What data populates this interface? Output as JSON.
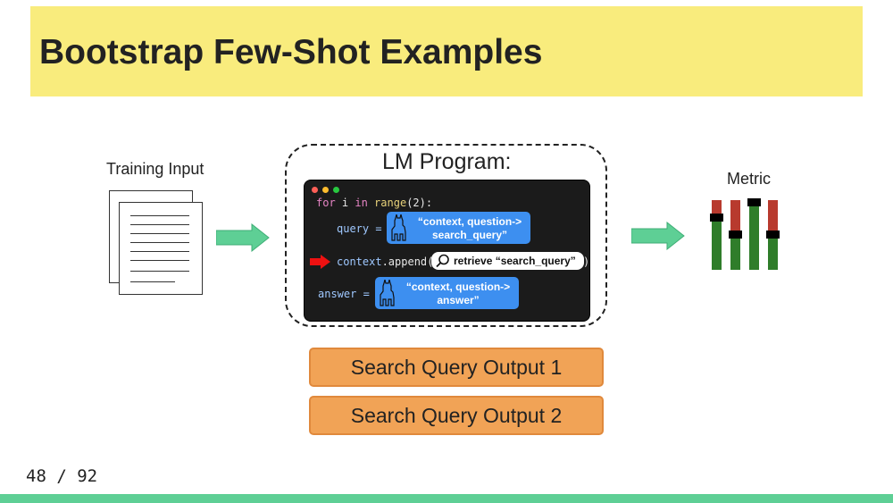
{
  "title": "Bootstrap Few-Shot Examples",
  "training_input_label": "Training Input",
  "program": {
    "title": "LM Program:",
    "code": {
      "line1_kw1": "for",
      "line1_var": " i ",
      "line1_kw2": "in",
      "line1_fn": " range",
      "line1_rest": "(2):",
      "line2": "query =",
      "line2_pill_a": "“context, question->",
      "line2_pill_b": "search_query”",
      "line3_prefix": "context",
      "line3_mid": ".append(",
      "line3_pill": "retrieve “search_query”",
      "line3_close": ")",
      "line4": "answer =",
      "line4_pill_a": "“context, question->",
      "line4_pill_b": "answer”"
    }
  },
  "outputs": [
    "Search Query Output 1",
    "Search Query Output 2"
  ],
  "metric_label": "Metric",
  "page": "48 / 92",
  "colors": {
    "title_bg": "#f9ec7d",
    "arrow": "#5ecf95",
    "code_bg": "#1b1b1b",
    "pill_blue": "#3d8ff0",
    "output_box": "#f1a356",
    "bar_green": "#2f7d2a",
    "bar_red": "#b83a2e",
    "bottom_bar": "#5ecf95"
  }
}
